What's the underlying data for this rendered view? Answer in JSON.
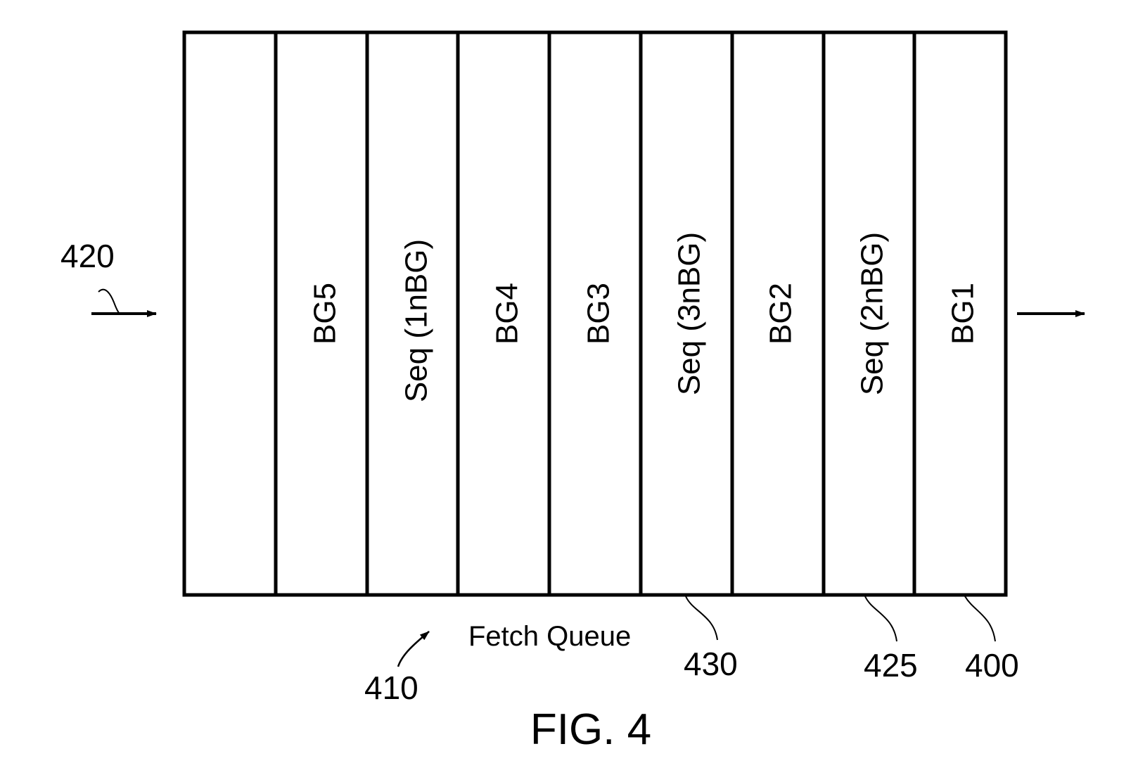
{
  "diagram": {
    "queue_label": "Fetch Queue",
    "slots": [
      {
        "label": ""
      },
      {
        "label": "BG5"
      },
      {
        "label": "Seq (1nBG)"
      },
      {
        "label": "BG4"
      },
      {
        "label": "BG3"
      },
      {
        "label": "Seq (3nBG)"
      },
      {
        "label": "BG2"
      },
      {
        "label": "Seq (2nBG)"
      },
      {
        "label": "BG1"
      }
    ],
    "refs": {
      "input_arrow": "420",
      "pointer_410": "410",
      "pointer_430": "430",
      "pointer_425": "425",
      "pointer_400": "400"
    },
    "figure_label": "FIG. 4"
  }
}
